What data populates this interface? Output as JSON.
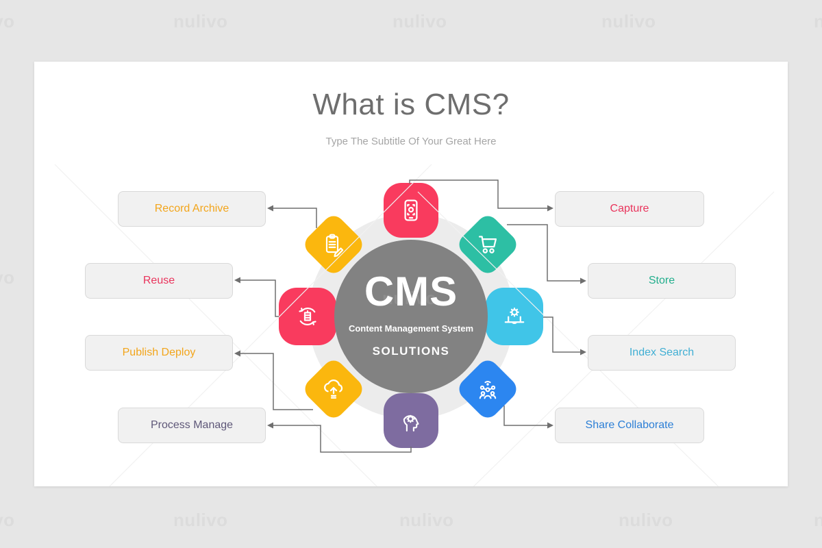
{
  "watermark": {
    "text": "nulivo"
  },
  "slide": {
    "title": "What is CMS?",
    "subtitle": "Type The Subtitle Of Your Great Here",
    "center": {
      "acronym": "CMS",
      "line1": "Content Management System",
      "line2": "SOLUTIONS",
      "bg": "#828282"
    },
    "left_items": [
      {
        "label": "Record Archive",
        "color": "#F2A51B"
      },
      {
        "label": "Reuse",
        "color": "#E9345C"
      },
      {
        "label": "Publish Deploy",
        "color": "#F2A51B"
      },
      {
        "label": "Process Manage",
        "color": "#5E5778"
      }
    ],
    "right_items": [
      {
        "label": "Capture",
        "color": "#E9345C"
      },
      {
        "label": "Store",
        "color": "#21AE8C"
      },
      {
        "label": "Index Search",
        "color": "#41AFD4"
      },
      {
        "label": "Share Collaborate",
        "color": "#2C7FD6"
      }
    ],
    "shapes": [
      {
        "icon": "smartphone-scan",
        "color": "#F93B5E"
      },
      {
        "icon": "clipboard-edit",
        "color": "#FBB70E"
      },
      {
        "icon": "shopping-cart",
        "color": "#2DBFA4"
      },
      {
        "icon": "reuse-cycle",
        "color": "#F93B5E"
      },
      {
        "icon": "laptop-gear",
        "color": "#40C5E8"
      },
      {
        "icon": "cloud-upload",
        "color": "#FBB70E"
      },
      {
        "icon": "team-network",
        "color": "#2C86F0"
      },
      {
        "icon": "head-gear",
        "color": "#7E6CA0"
      }
    ],
    "connector_color": "#6f6f6f"
  }
}
